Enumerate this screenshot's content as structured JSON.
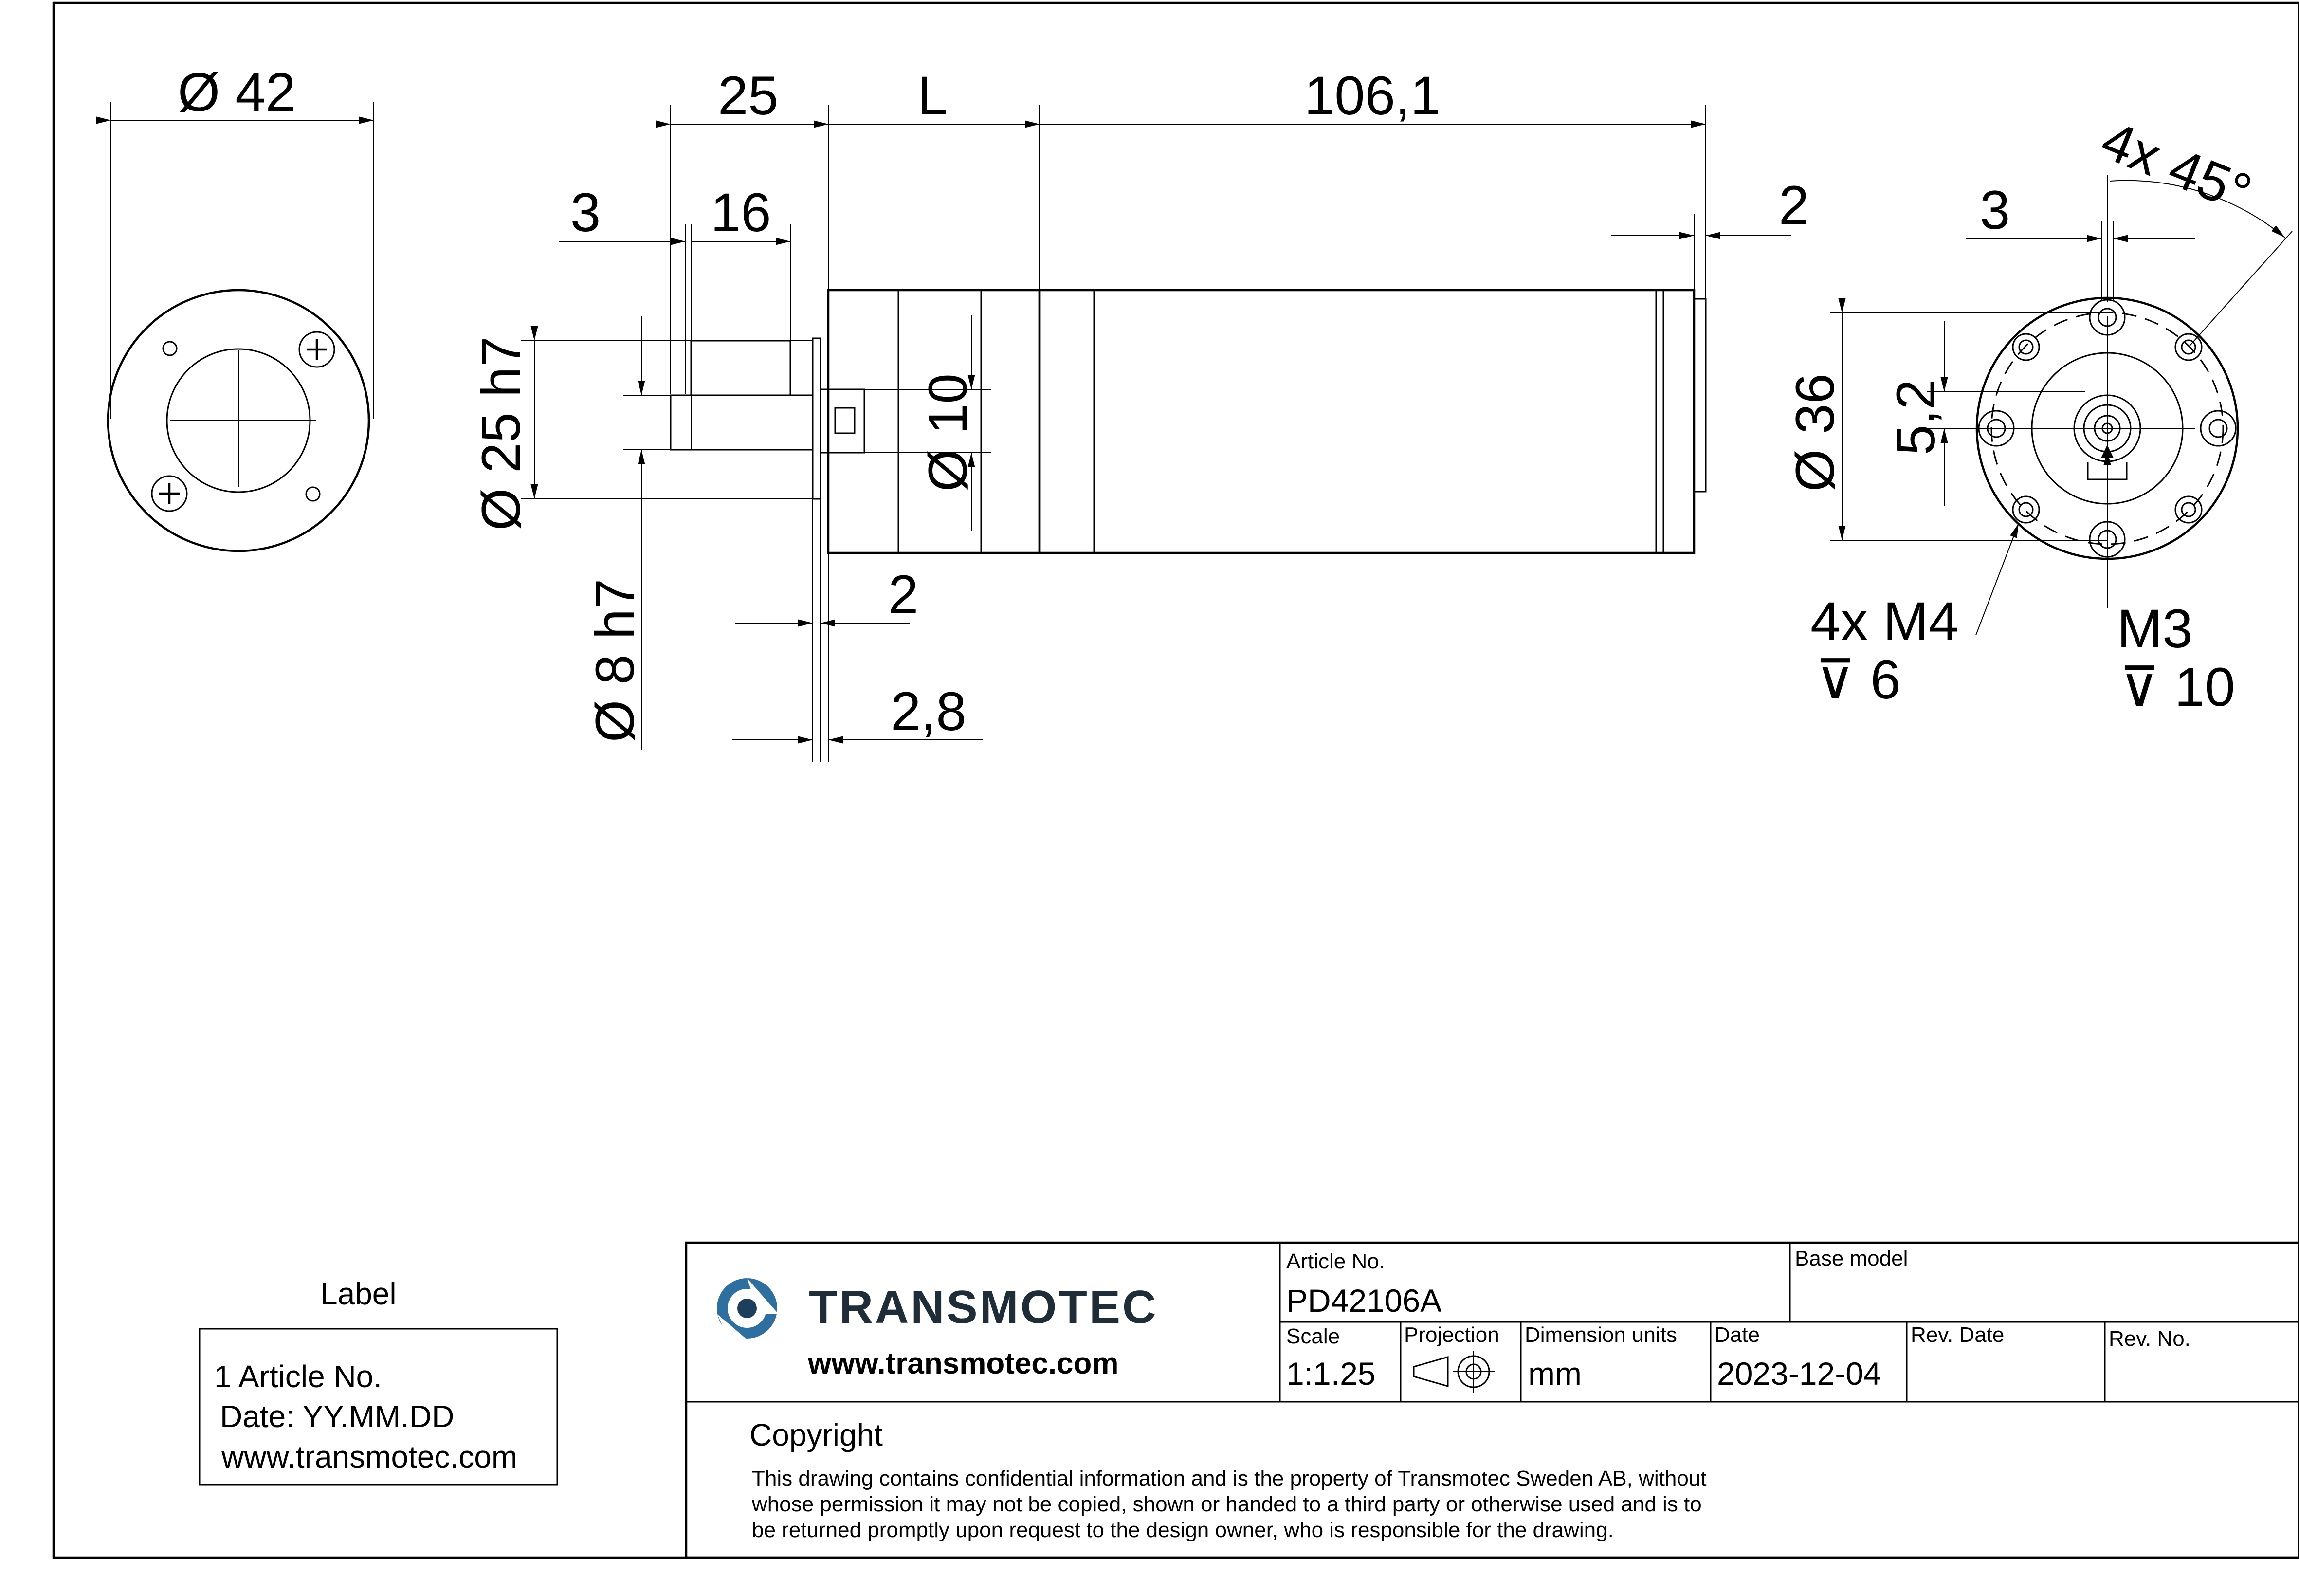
{
  "dimensions": {
    "front_diameter": "Ø 42",
    "shaft_len_25": "25",
    "L": "L",
    "body_len": "106,1",
    "dim_3_left": "3",
    "dim_16": "16",
    "dim_2_top": "2",
    "dia_25": "Ø 25 h7",
    "dia_10": "Ø 10",
    "dia_8": "Ø 8 h7",
    "dim_2_lower": "2",
    "dim_2_8": "2,8",
    "dim_3_right": "3",
    "angle": "4x 45°",
    "dia_36": "Ø 36",
    "dim_5_2": "5,2",
    "thread_m4": "4x M4",
    "depth_6": "⊽ 6",
    "thread_m3": "M3",
    "depth_10": "⊽ 10"
  },
  "label_box": {
    "heading": "Label",
    "line1": "1 Article No.",
    "line2": "Date: YY.MM.DD",
    "line3": "www.transmotec.com"
  },
  "title_block": {
    "brand": "TRANSMOTEC",
    "website": "www.transmotec.com",
    "article_no_label": "Article No.",
    "article_no": "PD42106A",
    "base_model_label": "Base model",
    "scale_label": "Scale",
    "scale": "1:1.25",
    "projection_label": "Projection",
    "dimension_units_label": "Dimension units",
    "dimension_units": "mm",
    "date_label": "Date",
    "date": "2023-12-04",
    "rev_date_label": "Rev. Date",
    "rev_no_label": "Rev. No.",
    "copyright_heading": "Copyright",
    "copyright_line1": "This drawing contains confidential information and is the property of Transmotec Sweden AB, without",
    "copyright_line2": "whose permission it may not be copied, shown or handed to a third party or otherwise used and is to",
    "copyright_line3": "be returned promptly upon request to the design owner, who is responsible for the drawing."
  },
  "colors": {
    "logo_blue": "#2f6f9f",
    "logo_dark": "#1e3f5c",
    "line": "#000000"
  }
}
